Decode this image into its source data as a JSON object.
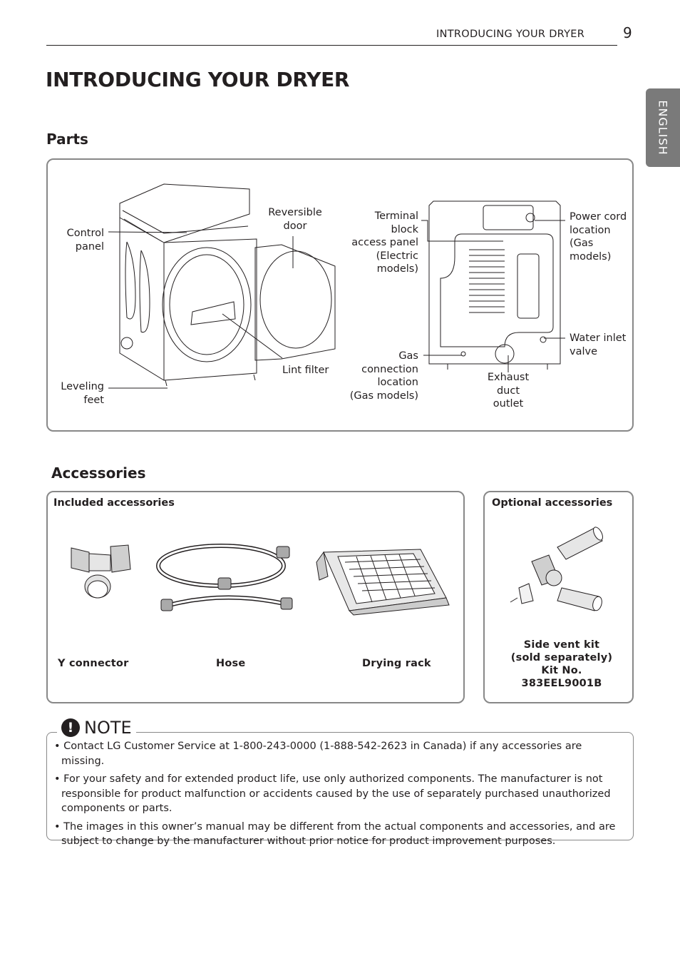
{
  "header": {
    "section": "INTRODUCING YOUR DRYER",
    "page_number": "9"
  },
  "title": "INTRODUCING YOUR DRYER",
  "language_tab": "ENGLISH",
  "parts": {
    "heading": "Parts",
    "labels": {
      "control_panel": "Control\npanel",
      "reversible_door": "Reversible\ndoor",
      "leveling_feet": "Leveling\nfeet",
      "lint_filter": "Lint filter",
      "terminal_block": "Terminal\nblock\naccess panel\n(Electric\nmodels)",
      "gas_connection": "Gas\nconnection\nlocation\n(Gas models)",
      "exhaust_duct": "Exhaust\nduct\noutlet",
      "power_cord": "Power cord\nlocation\n(Gas\nmodels)",
      "water_inlet": "Water inlet\nvalve"
    }
  },
  "accessories": {
    "heading": "Accessories",
    "included_heading": "Included accessories",
    "optional_heading": "Optional accessories",
    "y_connector": "Y connector",
    "hose": "Hose",
    "drying_rack": "Drying rack",
    "side_vent_kit": "Side vent kit\n(sold separately)\nKit No.\n383EEL9001B"
  },
  "note": {
    "title": "NOTE",
    "bullets": [
      "• Contact LG Customer Service at 1-800-243-0000 (1-888-542-2623 in Canada) if any accessories are missing.",
      "• For your safety and for extended product life, use only authorized components. The manufacturer is not responsible for product malfunction or accidents caused by the use of separately purchased unauthorized components or parts.",
      "• The images in this owner’s manual may be different from the actual components and accessories, and are subject to change by the manufacturer without prior notice for product improvement purposes."
    ]
  }
}
